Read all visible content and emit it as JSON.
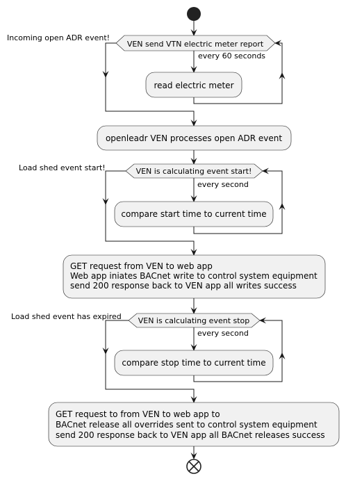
{
  "loop_meter": {
    "condition": "VEN send VTN electric meter report",
    "repeat_label": "every 60 seconds",
    "exit_label": "Incoming open ADR event!",
    "action": "read electric meter"
  },
  "process_event": "openleadr VEN processes open ADR event",
  "loop_start": {
    "condition": "VEN is calculating event start!",
    "repeat_label": "every second",
    "exit_label": "Load shed event start!",
    "action": "compare start time to current time"
  },
  "request_start": {
    "line1": "GET request from VEN to web app",
    "line2": "Web app iniates BACnet write to control system equipment",
    "line3": "send 200 response back to VEN app all writes success"
  },
  "loop_stop": {
    "condition": "VEN is calculating event stop",
    "repeat_label": "every second",
    "exit_label": "Load shed event has expired",
    "action": "compare stop time to current time"
  },
  "request_stop": {
    "line1": "GET request to from VEN to web app to",
    "line2": "BACnet release all overrides sent to control system equipment",
    "line3": "send 200 response back to VEN app all BACnet releases success"
  }
}
